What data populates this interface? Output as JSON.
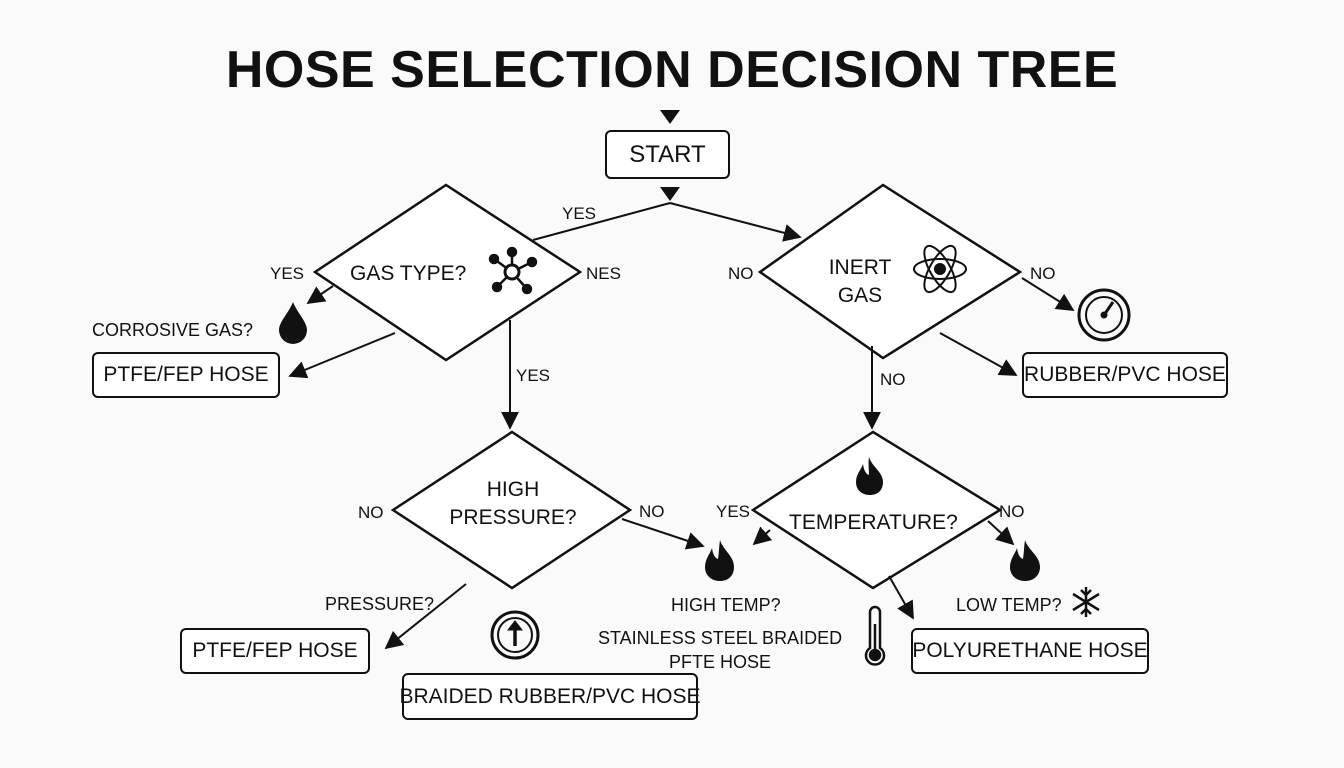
{
  "title": "HOSE SELECTION DECISION TREE",
  "nodes": {
    "start": "START",
    "gas_type": "GAS TYPE?",
    "inert_gas_line1": "INERT",
    "inert_gas_line2": "GAS",
    "high_pressure_line1": "HIGH",
    "high_pressure_line2": "PRESSURE?",
    "temperature": "TEMPERATURE?"
  },
  "boxes": {
    "ptfe_fep_top": "PTFE/FEP HOSE",
    "rubber_pvc": "RUBBER/PVC HOSE",
    "ptfe_fep_bottom": "PTFE/FEP HOSE",
    "braided_rubber_pvc": "BRAIDED RUBBER/PVC HOSE",
    "polyurethane": "POLYURETHANE HOSE"
  },
  "edge_labels": {
    "yes_start": "YES",
    "yes_gas_left": "YES",
    "nes_gas_right": "NES",
    "no_inert_left": "NO",
    "no_inert_right": "NO",
    "yes_gas_down": "YES",
    "no_inert_down": "NO",
    "no_pressure_left": "NO",
    "no_pressure_right": "NO",
    "yes_temp_left": "YES",
    "no_temp_right": "NO"
  },
  "notes": {
    "corrosive_gas": "CORROSIVE GAS?",
    "pressure": "PRESSURE?",
    "high_temp": "HIGH TEMP?",
    "stainless_line1": "STAINLESS STEEL BRAIDED",
    "stainless_line2": "PFTE HOSE",
    "low_temp": "LOW TEMP?"
  },
  "icons": [
    "molecule-icon",
    "atom-icon",
    "droplet-icon",
    "gauge-icon",
    "flame-icon",
    "pressure-up-icon",
    "thermometer-icon",
    "snowflake-icon"
  ],
  "colors": {
    "ink": "#111111",
    "background": "#fafafa"
  }
}
